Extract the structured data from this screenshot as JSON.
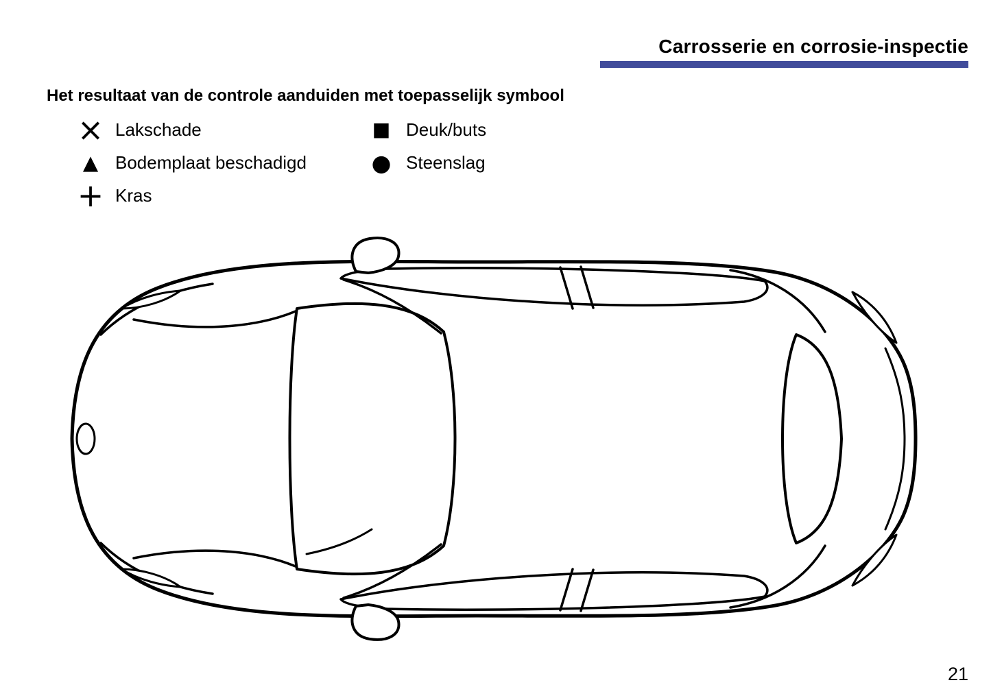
{
  "page": {
    "title": "Carrosserie en corrosie-inspectie",
    "instruction": "Het resultaat van de controle aanduiden met toepasselijk symbool",
    "page_number": "21"
  },
  "legend": {
    "items": [
      {
        "symbol": "×",
        "symbol_name": "x-mark",
        "label": "Lakschade"
      },
      {
        "symbol": "▲",
        "symbol_name": "filled-triangle",
        "label": "Bodemplaat beschadigd"
      },
      {
        "symbol": "+",
        "symbol_name": "plus-sign",
        "label": "Kras"
      },
      {
        "symbol": "■",
        "symbol_name": "filled-square",
        "label": "Deuk/buts"
      },
      {
        "symbol": "●",
        "symbol_name": "filled-circle",
        "label": "Steenslag"
      }
    ]
  },
  "diagram": {
    "description": "car-top-view-outline"
  },
  "colors": {
    "accent_bar": "#414c9b",
    "ink": "#000000",
    "background": "#ffffff"
  }
}
